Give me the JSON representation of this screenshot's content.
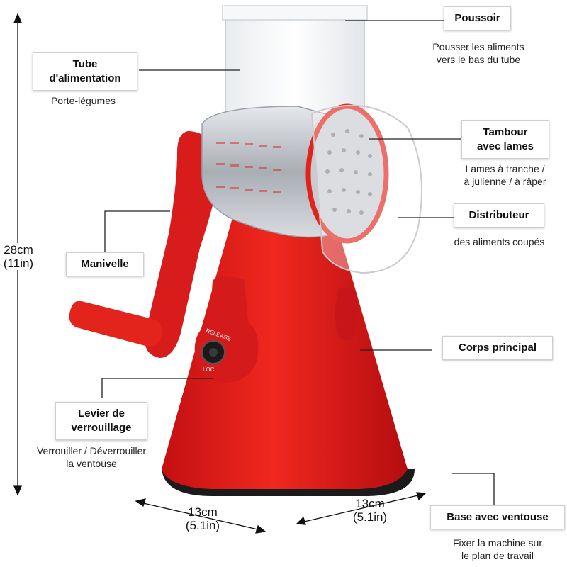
{
  "colors": {
    "body_red": "#e11b1b",
    "dark_red": "#a80f0f",
    "base_black": "#1b1b1b",
    "steel": "#b9bcc2",
    "clear_plastic": "#f2f4f6"
  },
  "callouts": {
    "pusher": {
      "title": "Poussoir",
      "desc_line1": "Pousser les aliments",
      "desc_line2": "vers le bas du tube"
    },
    "feed_tube": {
      "title_line1": "Tube",
      "title_line2": "d'alimentation",
      "desc": "Porte-légumes"
    },
    "drum": {
      "title_line1": "Tambour",
      "title_line2": "avec lames",
      "desc_line1": "Lames à tranche /",
      "desc_line2": "à julienne / à râper"
    },
    "dispenser": {
      "title": "Distributeur",
      "desc": "des aliments coupés"
    },
    "crank": {
      "title": "Manivelle"
    },
    "main_body": {
      "title": "Corps principal"
    },
    "lock_lever": {
      "title_line1": "Levier de",
      "title_line2": "verrouillage",
      "desc_line1": "Verrouiller / Déverrouiller",
      "desc_line2": "la ventouse"
    },
    "base": {
      "title": "Base avec ventouse",
      "desc_line1": "Fixer la machine sur",
      "desc_line2": "le plan de travail"
    }
  },
  "dimensions": {
    "height": {
      "cm": "28cm",
      "in": "(11in)"
    },
    "width_left": {
      "cm": "13cm",
      "in": "(5.1in)"
    },
    "width_right": {
      "cm": "13cm",
      "in": "(5.1in)"
    }
  },
  "product_markings": {
    "release": "RELEASE",
    "lock": "LOC"
  }
}
